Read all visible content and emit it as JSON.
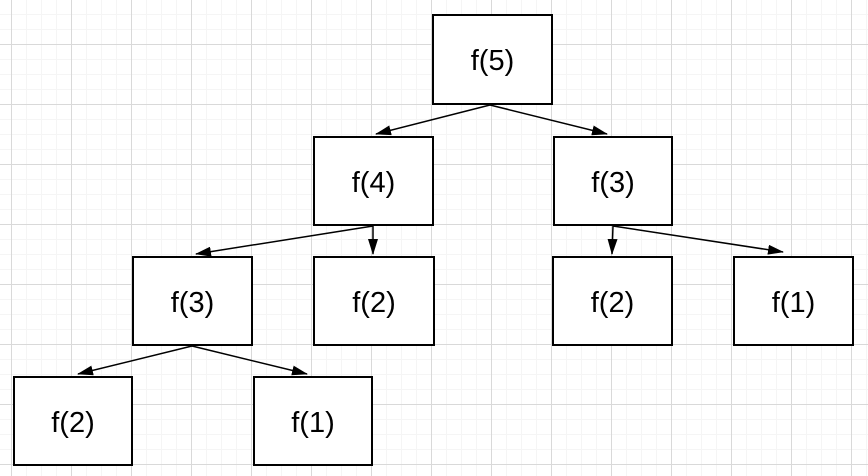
{
  "diagram": {
    "type": "tree",
    "subject": "fibonacci-recursion-tree",
    "nodes": [
      {
        "id": "f5",
        "label": "f(5)"
      },
      {
        "id": "f4",
        "label": "f(4)"
      },
      {
        "id": "f3-right",
        "label": "f(3)"
      },
      {
        "id": "f3-left",
        "label": "f(3)"
      },
      {
        "id": "f2-under-f4",
        "label": "f(2)"
      },
      {
        "id": "f2-under-f3-right",
        "label": "f(2)"
      },
      {
        "id": "f1-under-f3-right",
        "label": "f(1)"
      },
      {
        "id": "f2-under-f3-left",
        "label": "f(2)"
      },
      {
        "id": "f1-under-f3-left",
        "label": "f(1)"
      }
    ],
    "edges": [
      {
        "from": "f5",
        "to": "f4"
      },
      {
        "from": "f5",
        "to": "f3-right"
      },
      {
        "from": "f4",
        "to": "f3-left"
      },
      {
        "from": "f4",
        "to": "f2-under-f4"
      },
      {
        "from": "f3-right",
        "to": "f2-under-f3-right"
      },
      {
        "from": "f3-right",
        "to": "f1-under-f3-right"
      },
      {
        "from": "f3-left",
        "to": "f2-under-f3-left"
      },
      {
        "from": "f3-left",
        "to": "f1-under-f3-left"
      }
    ],
    "colors": {
      "background": "#ffffff",
      "node_fill": "#ffffff",
      "node_border": "#000000",
      "text": "#000000",
      "arrow": "#000000",
      "grid_minor": "#f5f5f5",
      "grid_major": "#d9d9d9"
    }
  }
}
